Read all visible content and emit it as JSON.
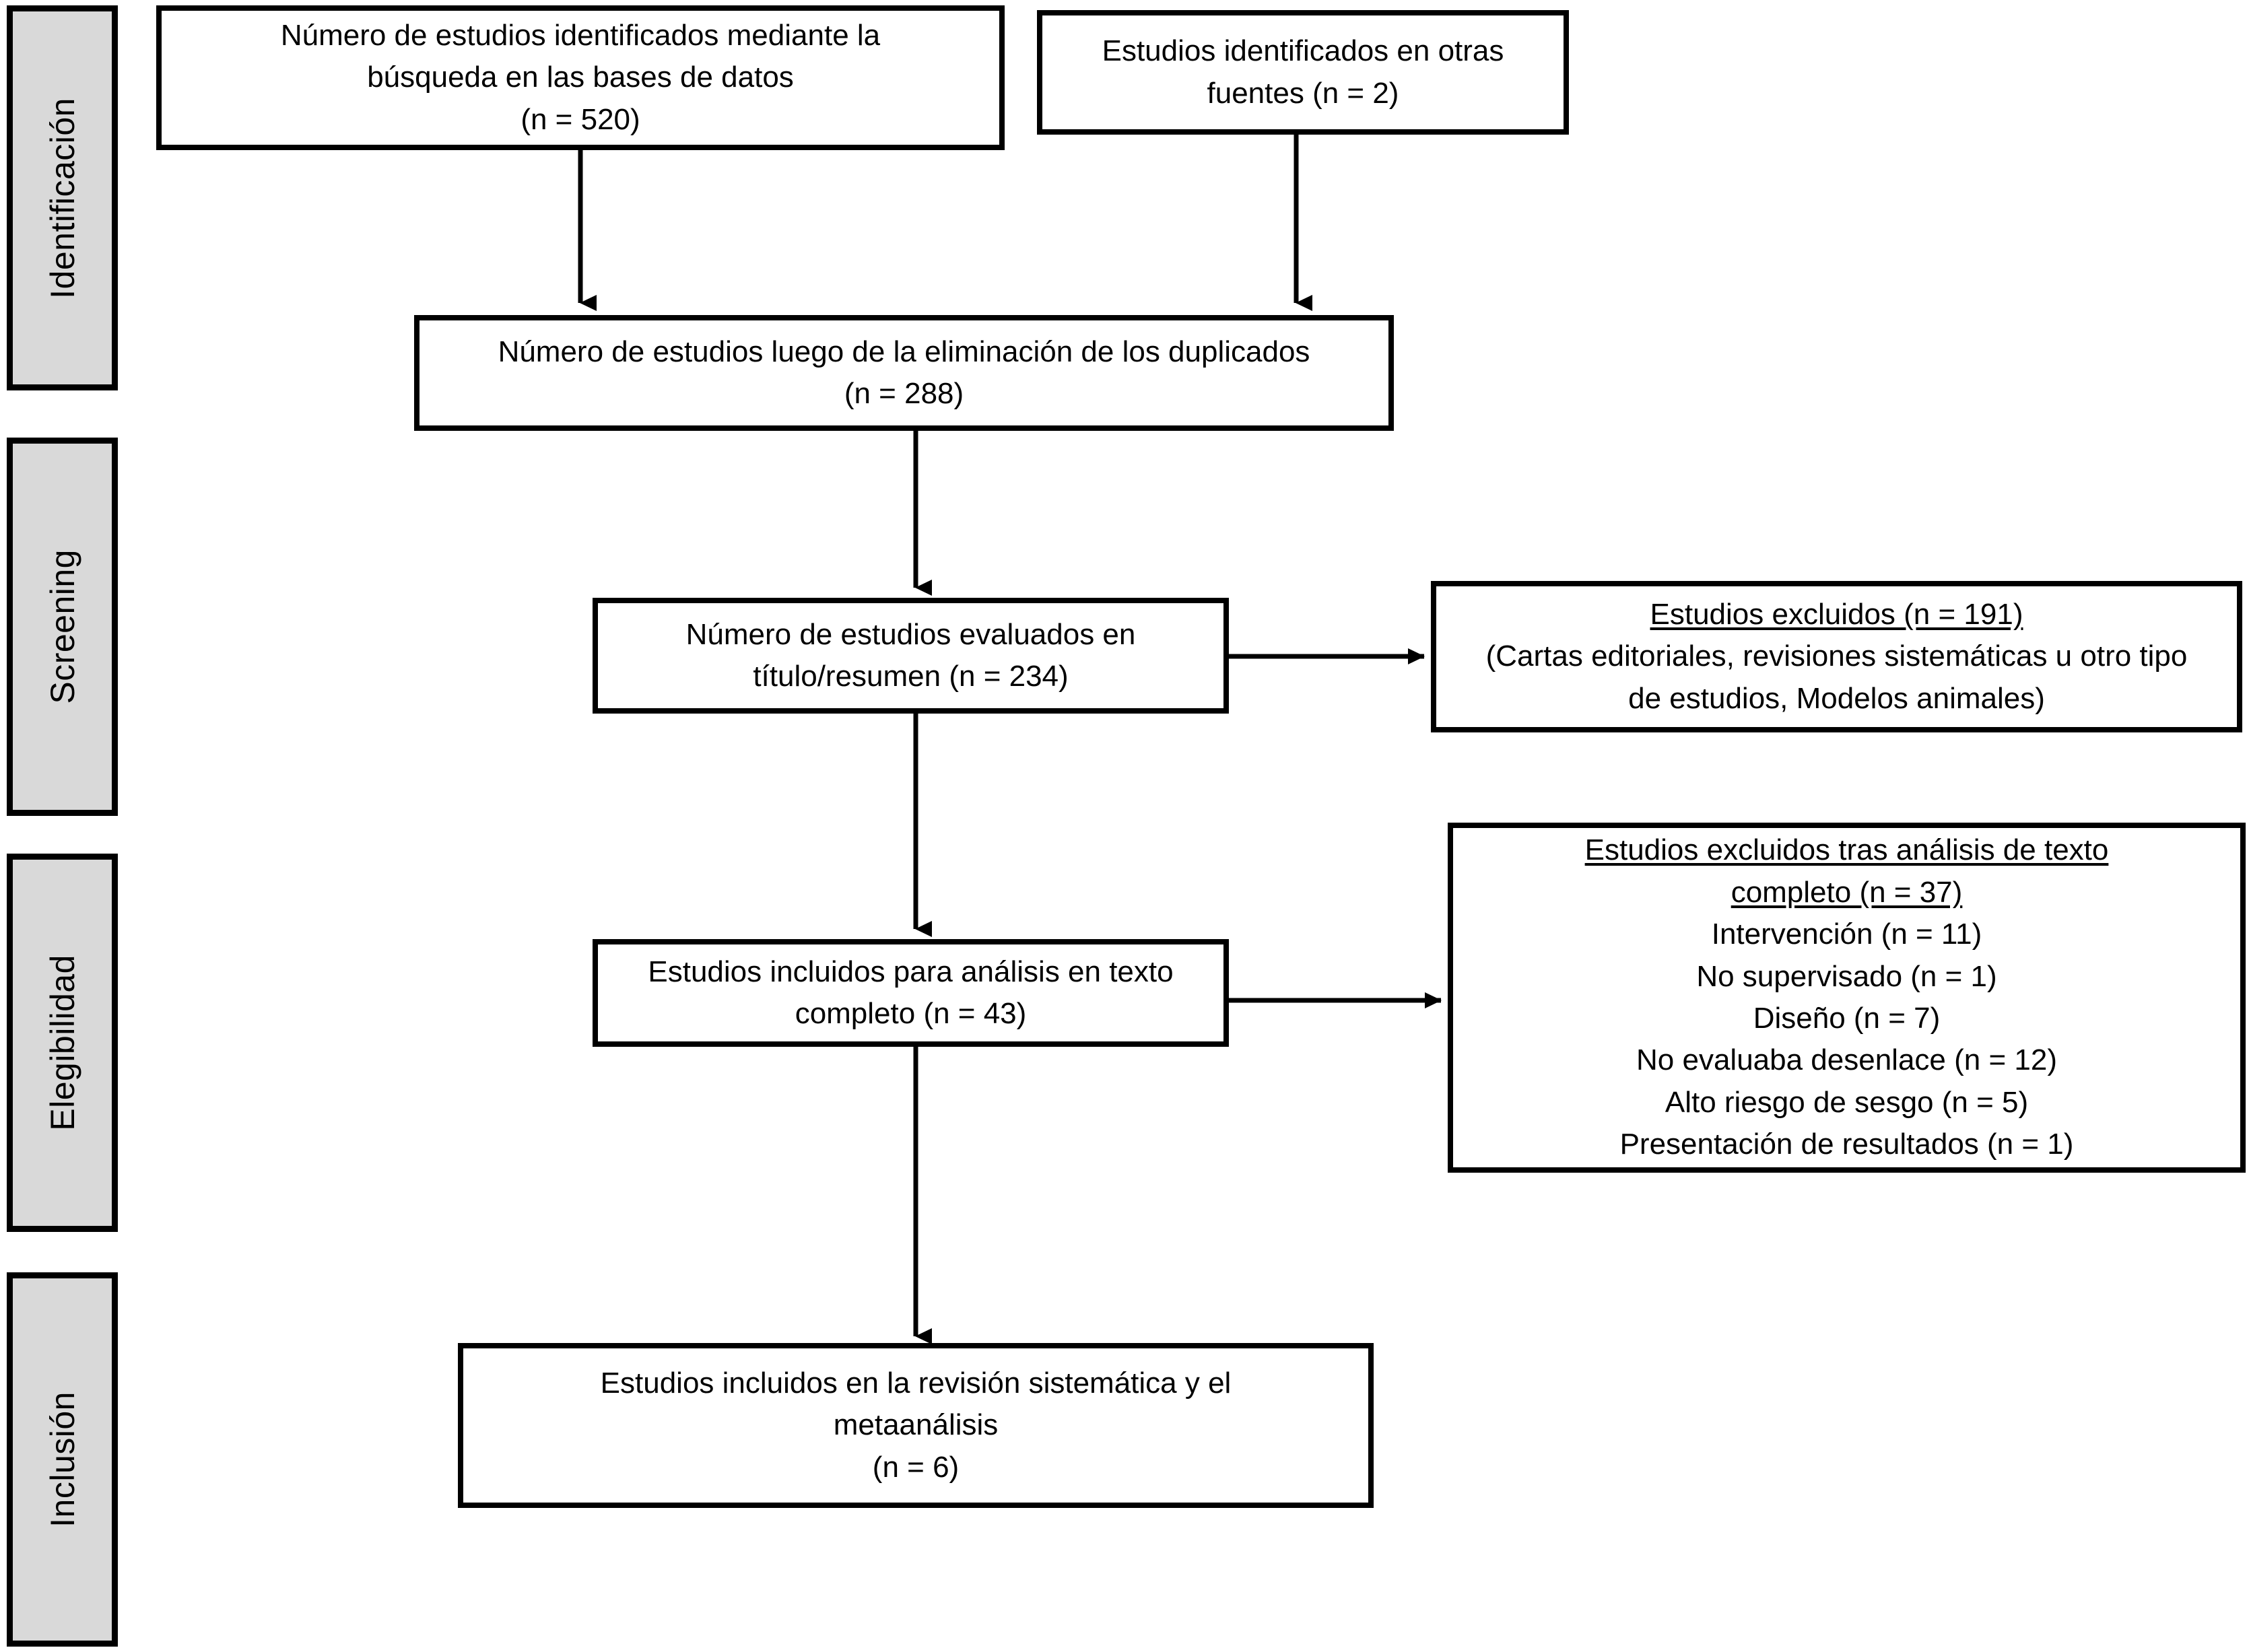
{
  "diagram": {
    "title": "PRISMA flow diagram",
    "colors": {
      "stage_fill": "#d9d9d9",
      "stroke": "#000000",
      "node_fill": "#ffffff"
    }
  },
  "stages": [
    {
      "id": "identificacion",
      "label": "Identificación"
    },
    {
      "id": "screening",
      "label": "Screening"
    },
    {
      "id": "elegibilidad",
      "label": "Elegibilidad"
    },
    {
      "id": "inclusion",
      "label": "Inclusión"
    }
  ],
  "nodes": {
    "db_search": {
      "l1": "Número de estudios identificados mediante la",
      "l2": "búsqueda en las bases de datos",
      "l3": "(n = 520)",
      "n": 520
    },
    "other_sources": {
      "l1": "Estudios identificados en otras",
      "l2": "fuentes (n = 2)",
      "n": 2
    },
    "dedup": {
      "l1": "Número de estudios luego de la eliminación de los duplicados",
      "l2": "(n = 288)",
      "n": 288
    },
    "title_abstract": {
      "l1": "Número de estudios evaluados en",
      "l2": "título/resumen (n = 234)",
      "n": 234
    },
    "excluded_screening": {
      "l1": "Estudios excluidos (n = 191)",
      "l2": "(Cartas editoriales, revisiones sistemáticas u otro tipo",
      "l3": "de estudios, Modelos animales)",
      "n": 191
    },
    "fulltext": {
      "l1": "Estudios incluidos para análisis en texto",
      "l2": "completo (n = 43)",
      "n": 43
    },
    "excluded_fulltext": {
      "head1": "Estudios excluidos tras análisis de texto",
      "head2": "completo (n = 37)",
      "n": 37,
      "reasons": [
        "Intervención  (n = 11)",
        "No supervisado (n = 1)",
        "Diseño (n = 7)",
        "No evaluaba desenlace (n = 12)",
        "Alto riesgo de sesgo (n = 5)",
        "Presentación de resultados (n = 1)"
      ]
    },
    "included": {
      "l1": "Estudios incluidos en la revisión sistemática y el",
      "l2": "metaanálisis",
      "l3": "(n = 6)",
      "n": 6
    }
  }
}
